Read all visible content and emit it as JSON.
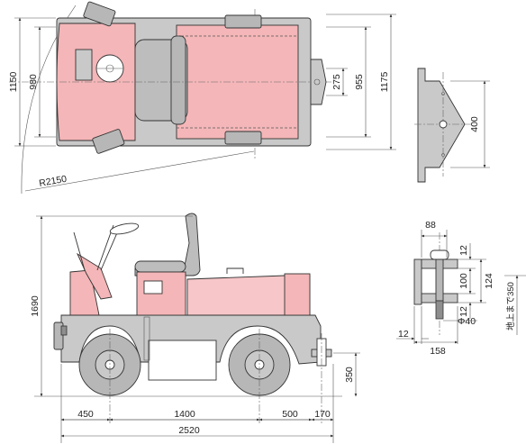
{
  "top_view": {
    "dim_overall_width": "1150",
    "dim_track_front": "980",
    "dim_track_rear": "955",
    "dim_body_width": "1175",
    "dim_coupler_height": "275",
    "dim_turning_radius": "R2150"
  },
  "plate_view": {
    "dim_plate_height": "400"
  },
  "side_view": {
    "dim_height": "1690",
    "dim_coupler_ground": "350",
    "dim_front_overhang": "450",
    "dim_wheelbase": "1400",
    "dim_rear_to_coupler": "500",
    "dim_coupler": "170",
    "dim_overall_length": "2520"
  },
  "hitch_detail": {
    "dim_width_top": "88",
    "dim_gap_top": "12",
    "dim_inner": "100",
    "dim_total": "124",
    "dim_gap_bottom": "12",
    "dim_pin": "Φ40",
    "dim_left": "12",
    "dim_bottom": "158",
    "dim_ground_label": "地上まで350"
  }
}
